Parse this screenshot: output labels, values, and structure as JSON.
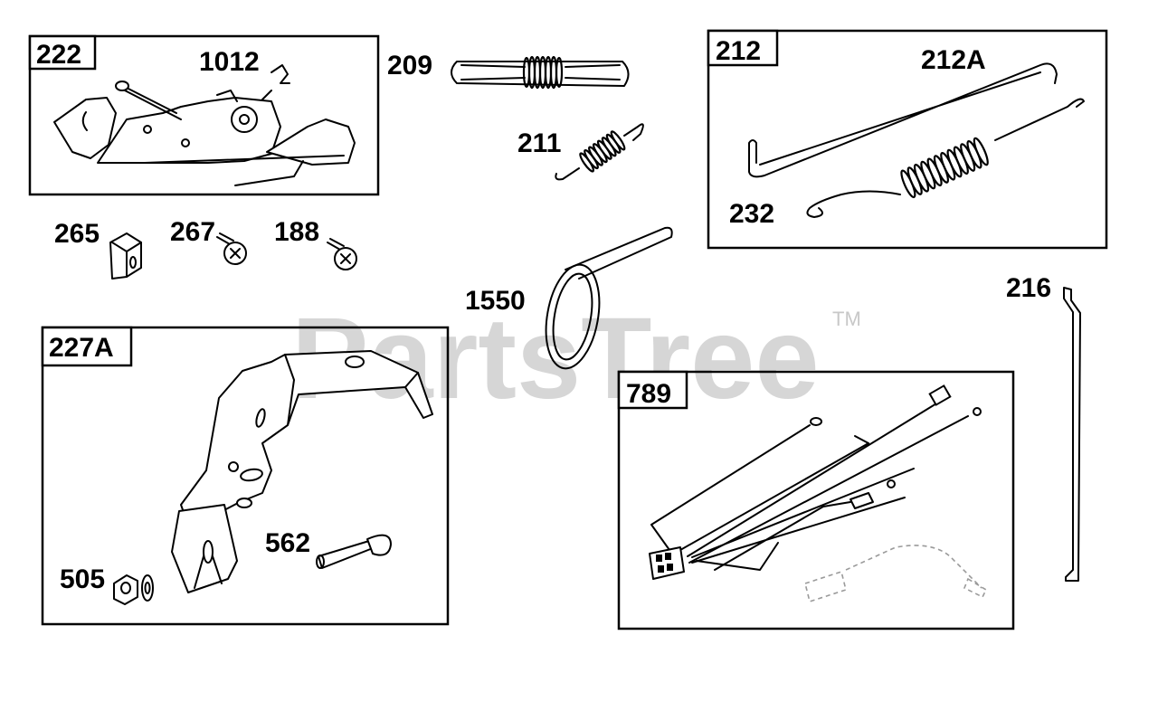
{
  "watermark": {
    "text": "PartsTree",
    "trademark": "TM"
  },
  "boxes": [
    {
      "id": "222",
      "label": "222"
    },
    {
      "id": "212",
      "label": "212"
    },
    {
      "id": "227A",
      "label": "227A"
    },
    {
      "id": "789",
      "label": "789"
    }
  ],
  "callouts": [
    {
      "id": "1012",
      "label": "1012"
    },
    {
      "id": "209",
      "label": "209"
    },
    {
      "id": "212A",
      "label": "212A"
    },
    {
      "id": "211",
      "label": "211"
    },
    {
      "id": "232",
      "label": "232"
    },
    {
      "id": "265",
      "label": "265"
    },
    {
      "id": "267",
      "label": "267"
    },
    {
      "id": "188",
      "label": "188"
    },
    {
      "id": "1550",
      "label": "1550"
    },
    {
      "id": "216",
      "label": "216"
    },
    {
      "id": "562",
      "label": "562"
    },
    {
      "id": "505",
      "label": "505"
    }
  ]
}
